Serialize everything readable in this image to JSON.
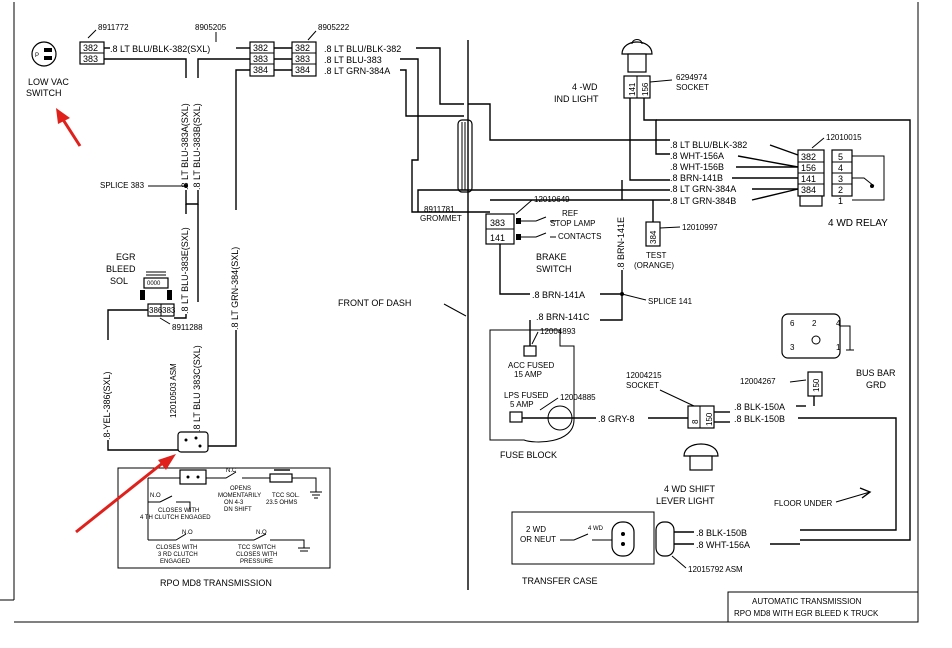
{
  "parts": {
    "p8911772": "8911772",
    "p8905205": "8905205",
    "p8905222": "8905222",
    "p8911781": "8911781",
    "grommet": "GROMMET",
    "p12010649": "12010649",
    "p6294974": "6294974",
    "socket": "SOCKET",
    "p12010015": "12010015",
    "p12010997": "12010997",
    "p12004893": "12004893",
    "p12004885": "12004885",
    "p12004215": "12004215",
    "p12004267": "12004267",
    "p8911288": "8911288",
    "p12010503": "12010503 ASM",
    "p12015792": "12015792 ASM"
  },
  "labels": {
    "low_vac_1": "LOW VAC",
    "low_vac_2": "SWITCH",
    "splice383": "SPLICE 383",
    "egr1": "EGR",
    "egr2": "BLEED",
    "egr3": "SOL",
    "front_of_dash": "FRONT OF DASH",
    "ind_light_1": "4 -WD",
    "ind_light_2": "IND LIGHT",
    "relay": "4 WD RELAY",
    "ref": "REF",
    "stop_lamp": "STOP LAMP",
    "contacts": "CONTACTS",
    "brake_1": "BRAKE",
    "brake_2": "SWITCH",
    "test_1": "TEST",
    "test_2": "(ORANGE)",
    "splice141": "SPLICE 141",
    "acc_fused_1": "ACC FUSED",
    "acc_fused_2": "15 AMP",
    "lps_fused_1": "LPS FUSED",
    "lps_fused_2": "5 AMP",
    "fuse_block": "FUSE BLOCK",
    "socket2": "SOCKET",
    "bus_bar_1": "BUS BAR",
    "bus_bar_2": "GRD",
    "shift_1": "4 WD SHIFT",
    "shift_2": "LEVER LIGHT",
    "floor_under": "FLOOR UNDER",
    "two_wd_1": "2 WD",
    "two_wd_2": "OR NEUT",
    "four_wd": "4 WD",
    "transfer_case": "TRANSFER CASE",
    "rpo": "RPO MD8 TRANSMISSION",
    "title_1": "AUTOMATIC TRANSMISSION",
    "title_2": "RPO MD8 WITH EGR BLEED K TRUCK",
    "nc": "N.C",
    "no1": "N.O",
    "no2": "N.O",
    "no3": "N.O",
    "opens_1": "OPENS",
    "opens_2": "MOMENTARILY",
    "opens_3": "ON 4-3",
    "opens_4": "DN SHIFT",
    "tcc_sol_1": "TCC SOL.",
    "tcc_sol_2": "23.5 OHMS",
    "closes4_1": "CLOSES WITH",
    "closes4_2": "4 TH CLUTCH ENGAGED",
    "closes3_1": "CLOSES WITH",
    "closes3_2": "3 RD CLUTCH",
    "closes3_3": "ENGAGED",
    "tccsw_1": "TCC SWITCH",
    "tccsw_2": "CLOSES WITH",
    "tccsw_3": "PRESSURE"
  },
  "wires": {
    "w382_sxl": ".8 LT BLU/BLK-382(SXL)",
    "w382a": ".8 LT BLU/BLK-382",
    "w383a": ".8 LT BLU-383",
    "w384a": ".8 LT GRN-384A",
    "w383a_sxl": ".8 LT BLU-383A(SXL)",
    "w383b_sxl": ".8 LT BLU-383B(SXL)",
    "w383e_sxl": ".8 LT BLU-383E(SXL)",
    "w383c_sxl": ".8 LT BLU 383C(SXL)",
    "w384_sxl": ".8 LT GRN-384(SXL)",
    "w386_sxl": ".8-YEL-386(SXL)",
    "r382": ".8 LT BLU/BLK-382",
    "r156a": ".8 WHT-156A",
    "r156b": ".8 WHT-156B",
    "r141b": ".8 BRN-141B",
    "r384a": ".8 LT GRN-384A",
    "r384b": ".8 LT GRN-384B",
    "w141e": ".8 BRN-141E",
    "w141a": ".8 BRN-141A",
    "w141c": ".8 BRN-141C",
    "w8": ".8 GRY-8",
    "w150a": ".8 BLK-150A",
    "w150b": ".8 BLK-150B",
    "w150b2": ".8 BLK-150B",
    "w156a2": ".8 WHT-156A"
  },
  "terminals": {
    "t382a": "382",
    "t383a": "383",
    "t382b": "382",
    "t383b": "383",
    "t384b": "384",
    "t382c": "382",
    "t383c": "383",
    "t384c": "384",
    "r382": "382",
    "r156": "156",
    "r141": "141",
    "r384": "384",
    "rp5": "5",
    "rp4": "4",
    "rp3": "3",
    "rp2": "2",
    "rp1": "1",
    "egr386": "386",
    "egr383": "383",
    "bs383": "383",
    "bs141": "141",
    "ind141": "141",
    "ind156": "156",
    "test384": "384",
    "s150": "150",
    "bus150": "150",
    "bus6": "6",
    "bus2": "2",
    "bus4": "4",
    "bus3": "3",
    "bus1": "1"
  },
  "annotations": {
    "arrow_color": "#e0201b"
  }
}
